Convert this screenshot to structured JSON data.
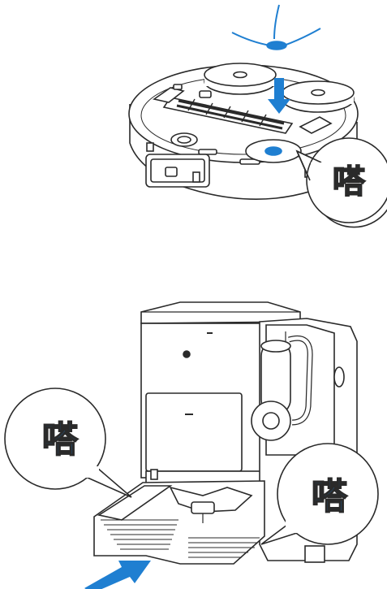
{
  "illustrations": [
    {
      "name": "robot-side-brush-install",
      "callout_text": "嗒"
    },
    {
      "name": "dock-ramp-install",
      "callout_left_text": "嗒",
      "callout_right_text": "嗒"
    }
  ],
  "colors": {
    "accent": "#1f7fd1",
    "line": "#2a2a2a",
    "fill": "#ffffff"
  },
  "icons": [
    "side-brush-icon",
    "down-arrow-icon",
    "insert-arrow-icon"
  ]
}
